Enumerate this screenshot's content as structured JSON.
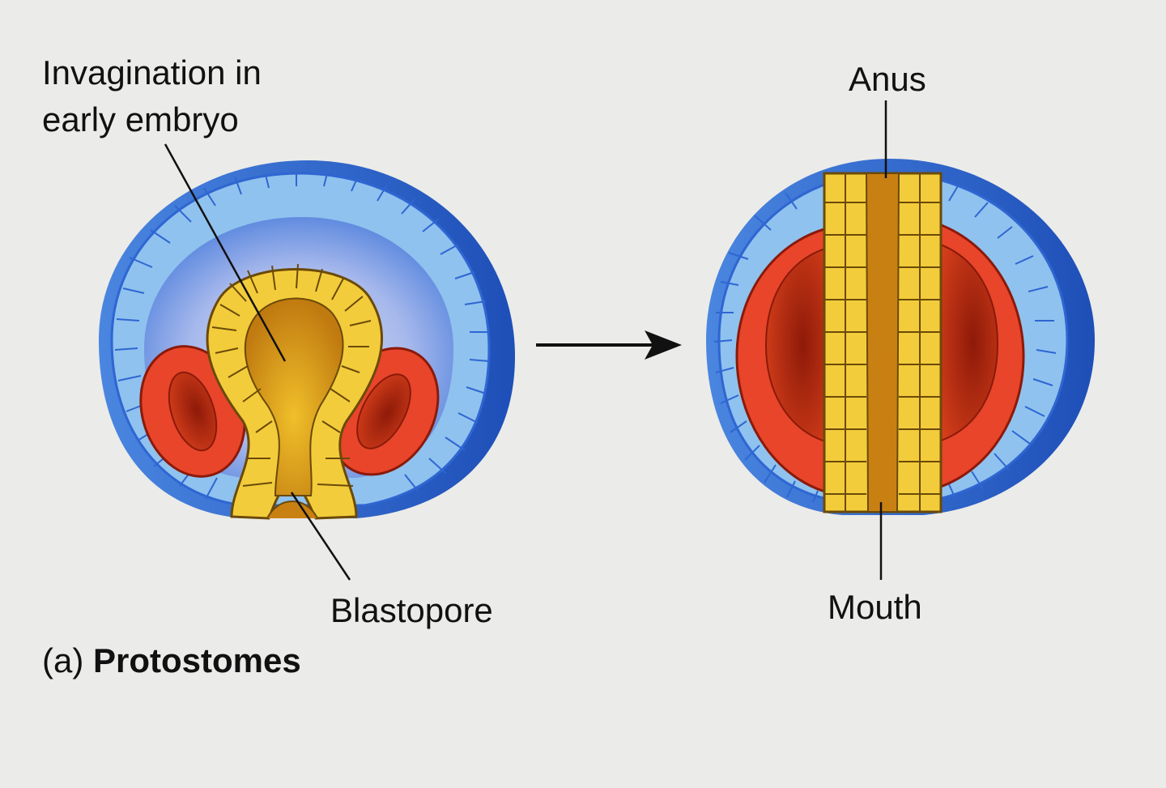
{
  "labels": {
    "invagination_line1": "Invagination in",
    "invagination_line2": "early embryo",
    "blastopore": "Blastopore",
    "anus": "Anus",
    "mouth": "Mouth"
  },
  "caption": {
    "prefix": "(a)",
    "title": "Protostomes"
  },
  "colors": {
    "ectoderm_dark": "#2f66d2",
    "ectoderm_cell": "#9fcdf2",
    "blastocoel": "#7f9fe6",
    "endoderm": "#f3cc3c",
    "gut": "#c98012",
    "mesoderm": "#e8452a",
    "coelom": "#a8200e",
    "background": "#ebebe9"
  }
}
